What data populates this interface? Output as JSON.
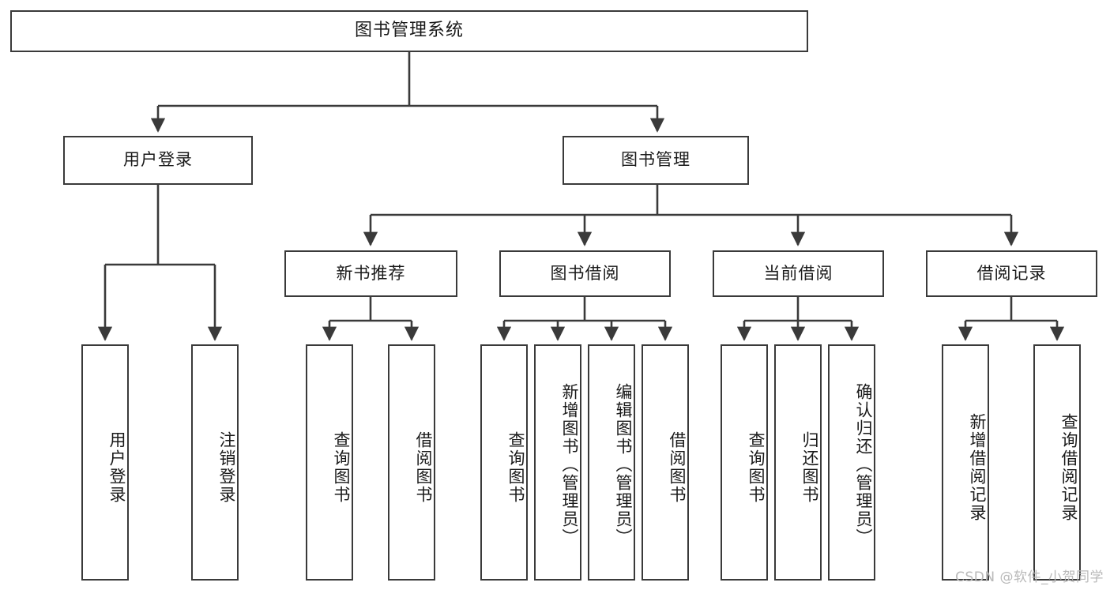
{
  "diagram": {
    "type": "tree-hierarchy",
    "title": "图书管理系统",
    "watermark": "CSDN @软件_小贺同学",
    "colors": {
      "box_border": "#3a3a3a",
      "box_fill": "#ffffff",
      "connector": "#3a3a3a",
      "text": "#1a1a1a",
      "watermark": "#b9b9b9",
      "background": "#ffffff"
    },
    "levels": {
      "root": [
        "图书管理系统"
      ],
      "level2": [
        "用户登录",
        "图书管理"
      ],
      "level3": [
        "新书推荐",
        "图书借阅",
        "当前借阅",
        "借阅记录"
      ],
      "leaves": [
        "用户登录",
        "注销登录",
        "查询图书",
        "借阅图书",
        "查询图书",
        "新增图书（管理员）",
        "编辑图书（管理员）",
        "借阅图书",
        "查询图书",
        "归还图书",
        "确认归还（管理员）",
        "新增借阅记录",
        "查询借阅记录"
      ]
    },
    "nodes": {
      "root": {
        "label": "图书管理系统"
      },
      "user_login": {
        "label": "用户登录"
      },
      "book_manage": {
        "label": "图书管理"
      },
      "new_book_rec": {
        "label": "新书推荐"
      },
      "book_borrow": {
        "label": "图书借阅"
      },
      "current_borrow": {
        "label": "当前借阅"
      },
      "borrow_record": {
        "label": "借阅记录"
      },
      "leaf_user_login": {
        "label": "用户登录"
      },
      "leaf_logout": {
        "label": "注销登录"
      },
      "leaf_rec_query": {
        "label": "查询图书"
      },
      "leaf_rec_borrow": {
        "label": "借阅图书"
      },
      "leaf_borrow_query": {
        "label": "查询图书"
      },
      "leaf_borrow_add": {
        "label": "新增图书（管理员）"
      },
      "leaf_borrow_edit": {
        "label": "编辑图书（管理员）"
      },
      "leaf_borrow_lend": {
        "label": "借阅图书"
      },
      "leaf_cur_query": {
        "label": "查询图书"
      },
      "leaf_cur_return": {
        "label": "归还图书"
      },
      "leaf_cur_confirm": {
        "label": "确认归还（管理员）"
      },
      "leaf_rec_add": {
        "label": "新增借阅记录"
      },
      "leaf_rec_search": {
        "label": "查询借阅记录"
      }
    }
  }
}
